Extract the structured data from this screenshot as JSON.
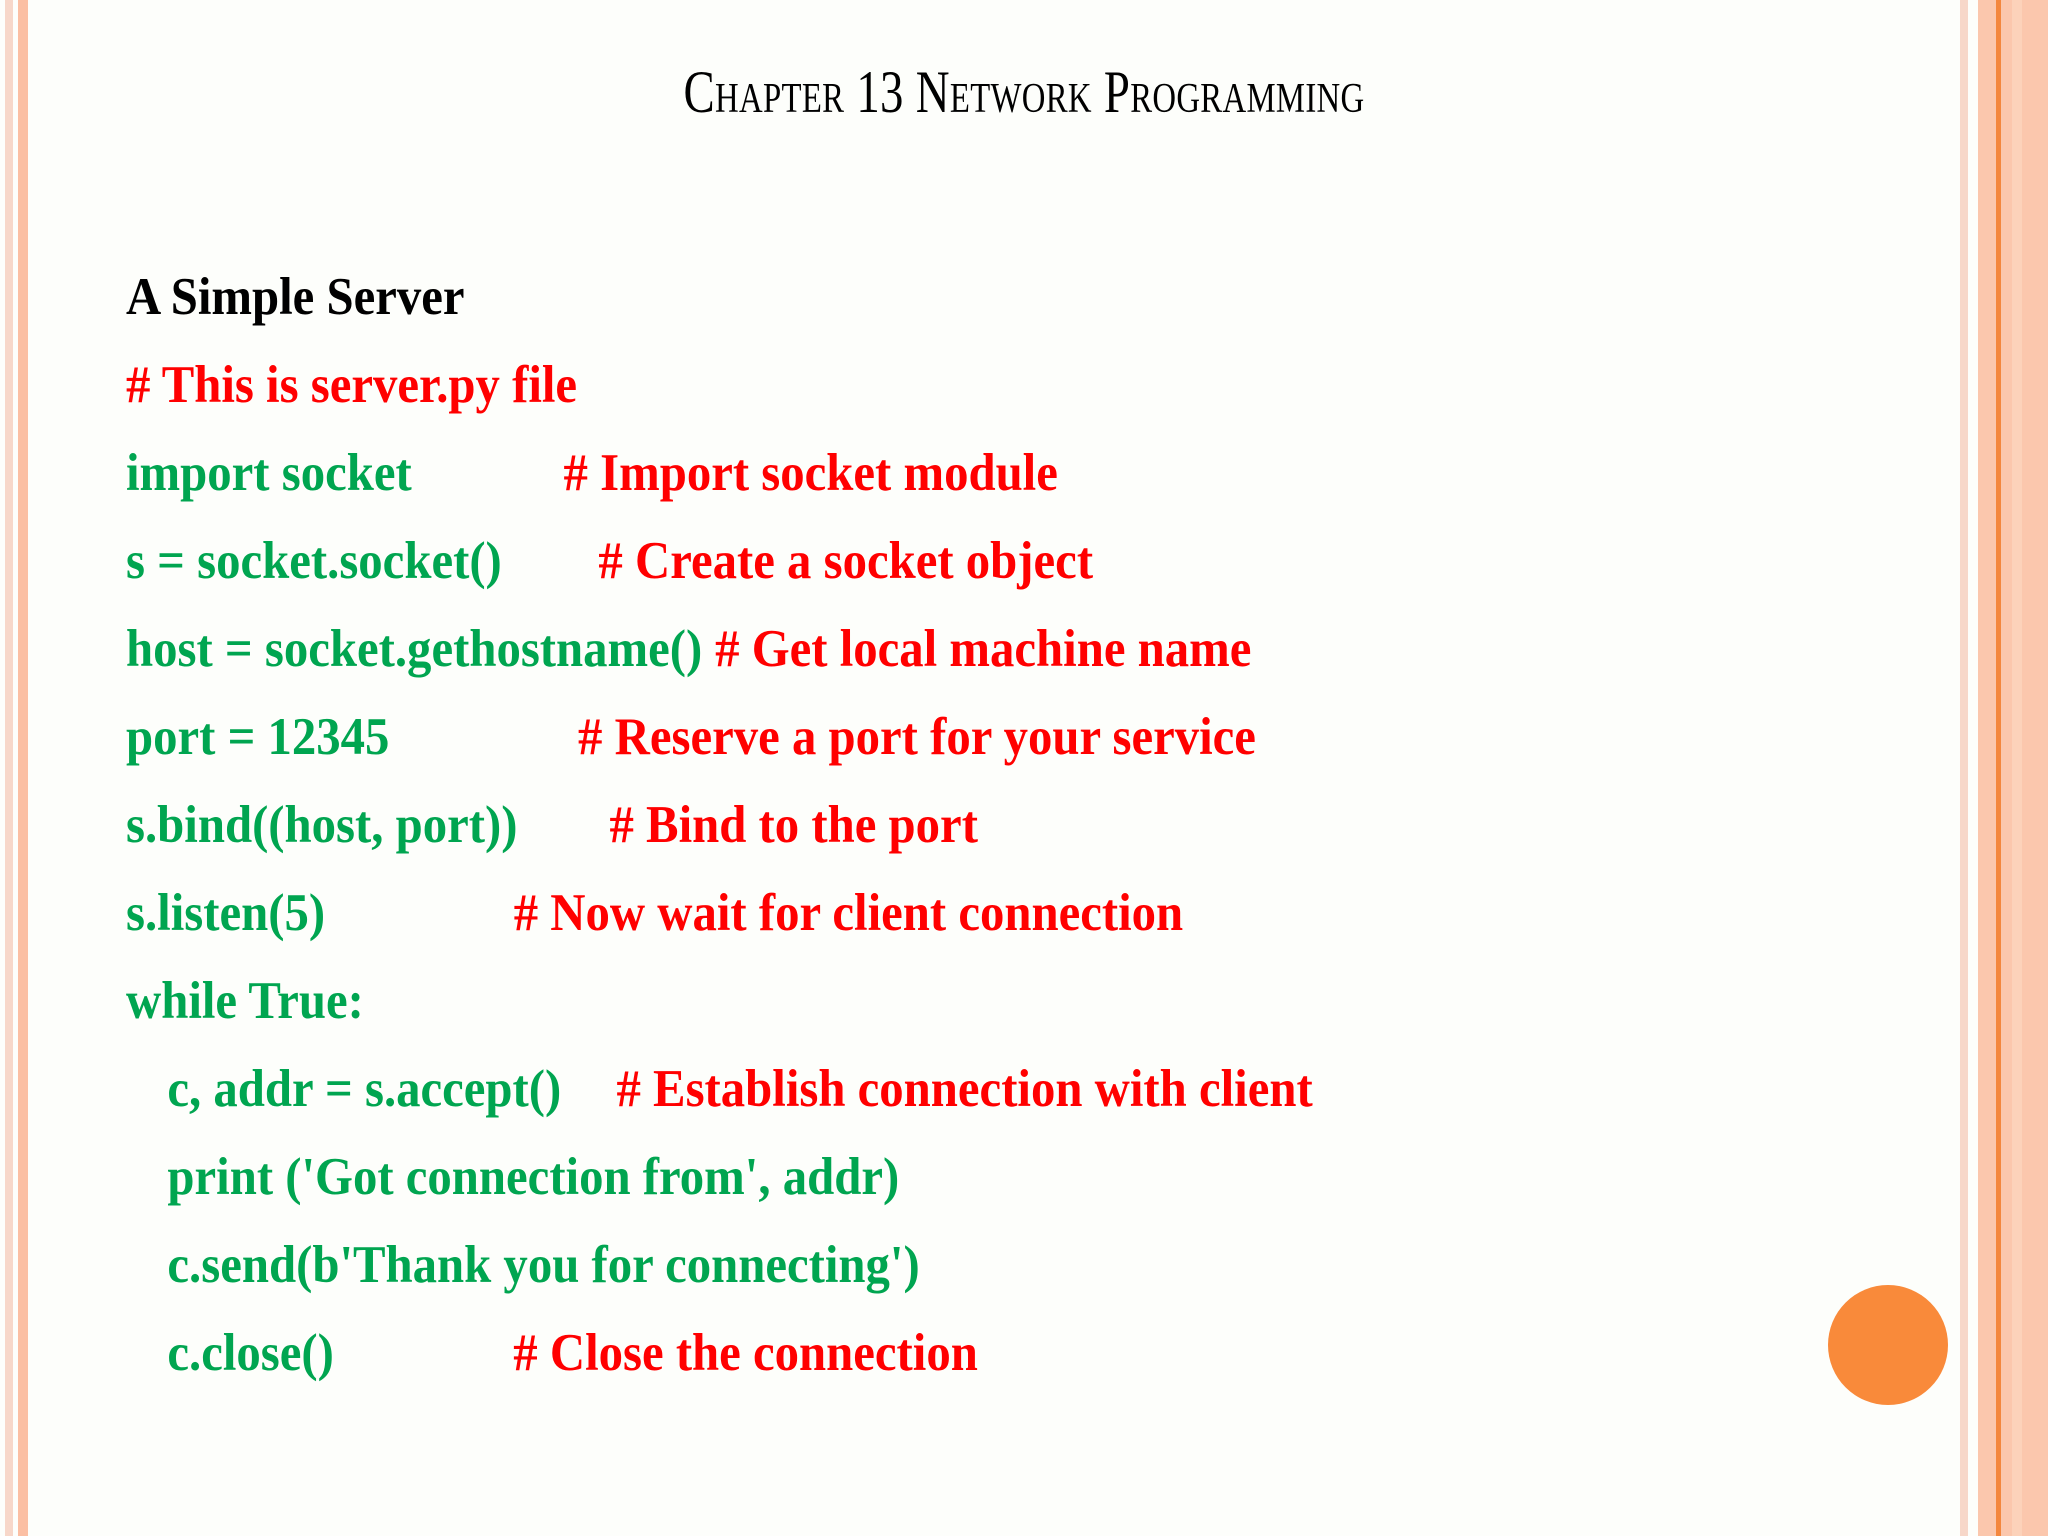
{
  "slide": {
    "title": "Chapter 13 Network Programming",
    "background_color": "#fdfefb",
    "heading": "A Simple Server",
    "colors": {
      "code_green": "#00a550",
      "comment_red": "#ff0000",
      "heading_black": "#000000",
      "accent_orange": "#f98a3a",
      "border_pink_light": "#f7d7c9",
      "border_salmon": "#fbbfa3",
      "border_orange_line": "#f4873e"
    },
    "code_lines": [
      {
        "code": "",
        "comment": "# This is server.py file",
        "indent": false,
        "gap": 0
      },
      {
        "code": "import socket",
        "comment": "# Import socket module",
        "indent": false,
        "gap": 165
      },
      {
        "code": "s = socket.socket()",
        "comment": "# Create a socket object",
        "indent": false,
        "gap": 105
      },
      {
        "code": "host = socket.gethostname()",
        "comment": "# Get local machine name",
        "indent": false,
        "gap": 14
      },
      {
        "code": "port = 12345",
        "comment": "# Reserve a port for your service",
        "indent": false,
        "gap": 205
      },
      {
        "code": "s.bind((host, port))",
        "comment": "# Bind to the port",
        "indent": false,
        "gap": 100
      },
      {
        "code": "s.listen(5)",
        "comment": "# Now wait for client connection",
        "indent": false,
        "gap": 205
      },
      {
        "code": "while True:",
        "comment": "",
        "indent": false,
        "gap": 0
      },
      {
        "code": "c, addr = s.accept()",
        "comment": "# Establish connection with client",
        "indent": true,
        "gap": 60
      },
      {
        "code": "print ('Got connection from', addr)",
        "comment": "",
        "indent": true,
        "gap": 0
      },
      {
        "code": "c.send(b'Thank you for connecting')",
        "comment": "",
        "indent": true,
        "gap": 0
      },
      {
        "code": "c.close()",
        "comment": "# Close the connection",
        "indent": true,
        "gap": 195
      }
    ]
  }
}
